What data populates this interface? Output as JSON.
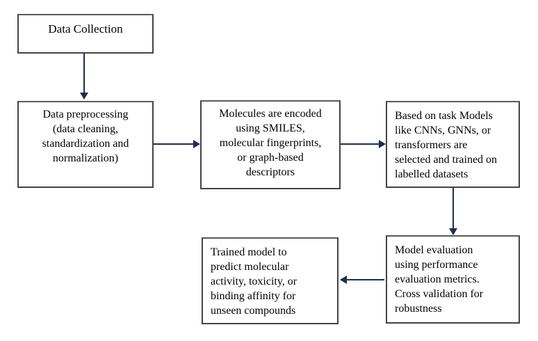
{
  "diagram": {
    "type": "flowchart",
    "colors": {
      "arrow": "#1f2d4e",
      "box_border": "#444444",
      "box_background": "#ffffff",
      "text": "#000000",
      "page_background": "#ffffff"
    },
    "nodes": [
      {
        "label": "Data Collection",
        "align": "center"
      },
      {
        "label": "Data preprocessing\n(data cleaning,\nstandardization and\nnormalization)",
        "align": "center"
      },
      {
        "label": "Molecules are encoded\nusing SMILES,\nmolecular fingerprints,\nor graph-based\ndescriptors",
        "align": "center"
      },
      {
        "label": "Based on task Models\nlike CNNs, GNNs, or\ntransformers are\nselected and trained on\nlabelled datasets",
        "align": "left"
      },
      {
        "label": "Model evaluation\nusing performance\nevaluation metrics.\nCross validation for\nrobustness",
        "align": "left"
      },
      {
        "label": "Trained model to\npredict molecular\nactivity, toxicity, or\nbinding affinity for\nunseen compounds",
        "align": "left"
      }
    ],
    "edges": [
      {
        "from": "data-collection",
        "to": "data-preprocessing",
        "direction": "down"
      },
      {
        "from": "data-preprocessing",
        "to": "molecular-encoding",
        "direction": "right"
      },
      {
        "from": "molecular-encoding",
        "to": "model-selection-training",
        "direction": "right"
      },
      {
        "from": "model-selection-training",
        "to": "model-evaluation",
        "direction": "down"
      },
      {
        "from": "model-evaluation",
        "to": "trained-model-prediction",
        "direction": "left"
      }
    ]
  }
}
